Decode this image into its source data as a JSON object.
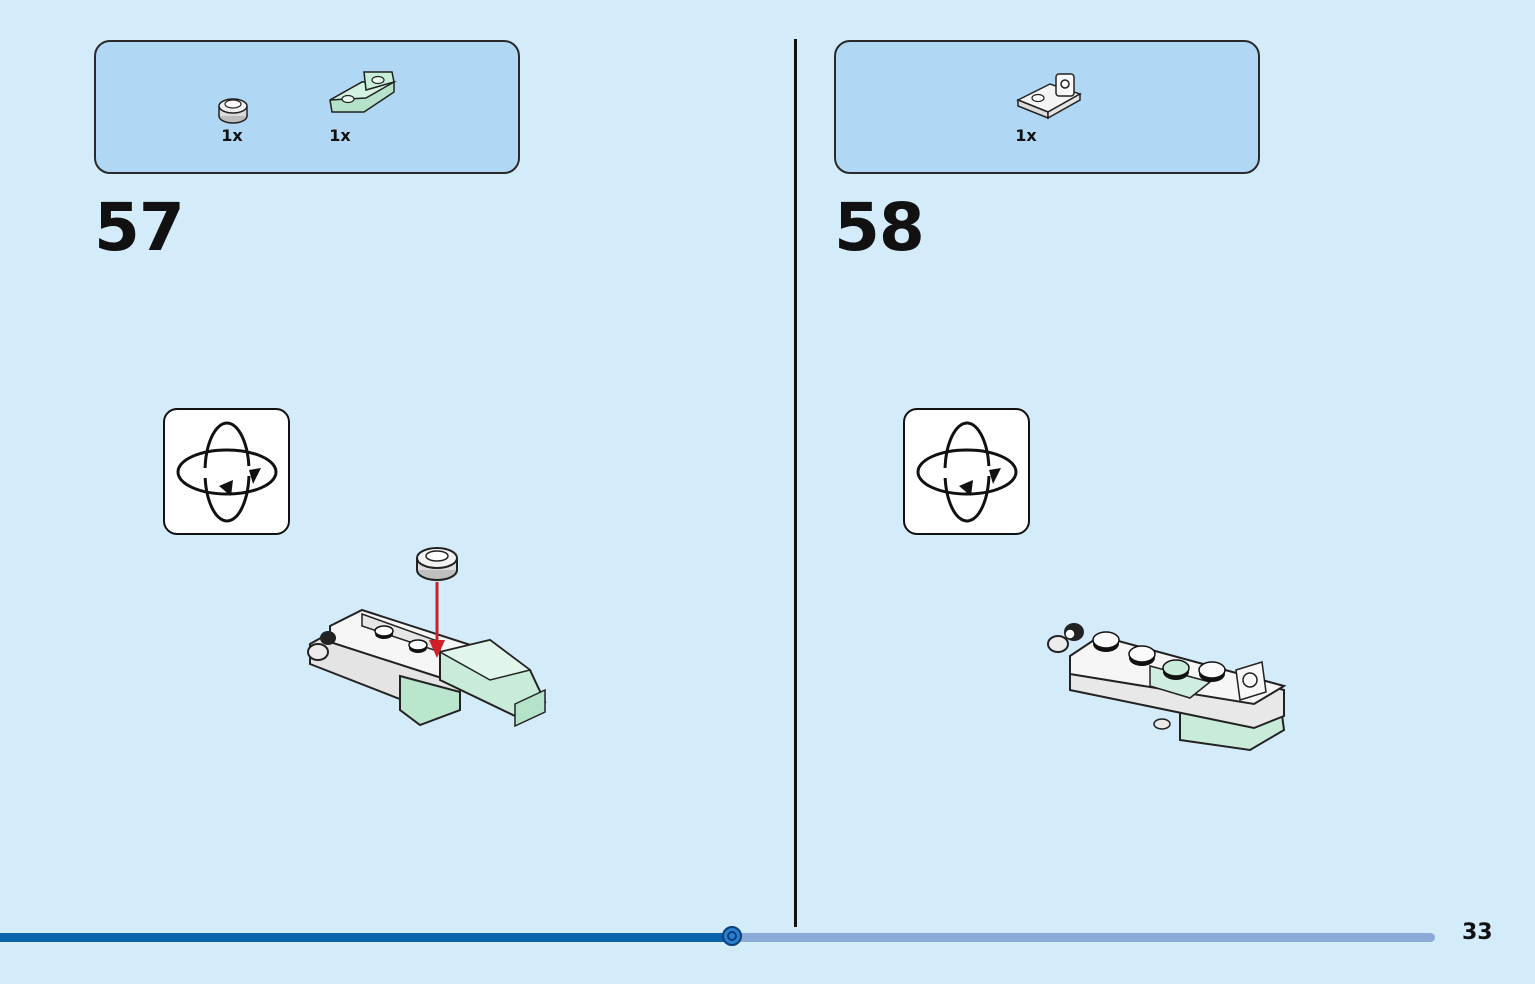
{
  "page": {
    "number": "33",
    "background": "#d4ebf9",
    "progress": 0.51
  },
  "steps": [
    {
      "number": "57",
      "parts": [
        {
          "icon": "round-plate-1x1-icon",
          "qty": "1x",
          "color": "#e6e6e6"
        },
        {
          "icon": "inverted-slope-plate-icon",
          "qty": "1x",
          "color": "#c8ebd8"
        }
      ],
      "rotate_icon": "rotate-model-icon",
      "model": "ship-hull-assembly-step-57",
      "arrow_color": "#d01f2a"
    },
    {
      "number": "58",
      "parts": [
        {
          "icon": "clip-plate-1x2-icon",
          "qty": "1x",
          "color": "#f2f2f2"
        }
      ],
      "rotate_icon": "rotate-model-icon",
      "model": "ship-hull-assembly-step-58"
    }
  ],
  "colors": {
    "parts_box": "#b0d7f4",
    "divider": "#111111",
    "progress_done": "#0b63ad",
    "progress_remaining": "#8aa9d6"
  }
}
